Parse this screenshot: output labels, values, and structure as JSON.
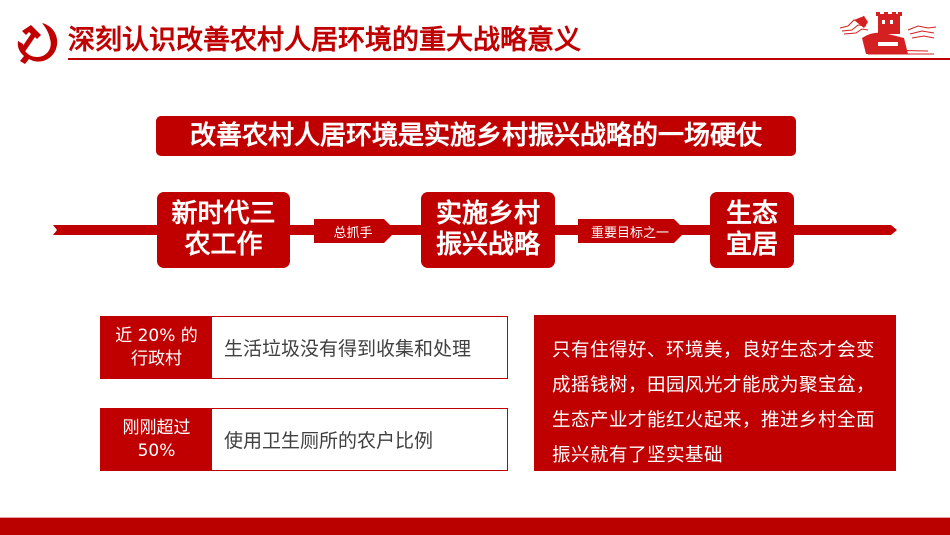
{
  "header": {
    "title": "深刻认识改善农村人居环境的重大战略意义",
    "icon": "hammer-sickle-icon",
    "decoration": "great-wall-illustration"
  },
  "banner": {
    "text": "改善农村人居环境是实施乡村振兴战略的一场硬仗"
  },
  "flow": {
    "nodes": [
      {
        "line1": "新时代三",
        "line2": "农工作"
      },
      {
        "line1": "实施乡村",
        "line2": "振兴战略"
      },
      {
        "line1": "生态",
        "line2": "宜居"
      }
    ],
    "connectors": [
      {
        "label": "总抓手"
      },
      {
        "label": "重要目标之一"
      }
    ]
  },
  "stats": [
    {
      "key_line1": "近 20% 的",
      "key_line2": "行政村",
      "value": "生活垃圾没有得到收集和处理"
    },
    {
      "key_line1": "刚刚超过",
      "key_line2": "50%",
      "value": "使用卫生厕所的农户比例"
    }
  ],
  "quote": {
    "text": "只有住得好、环境美，良好生态才会变成摇钱树，田园风光才能成为聚宝盆，生态产业才能红火起来，推进乡村全面振兴就有了坚实基础"
  },
  "colors": {
    "primary_red": "#c00000",
    "text_gray": "#404040",
    "footer_red": "#bb0000"
  }
}
